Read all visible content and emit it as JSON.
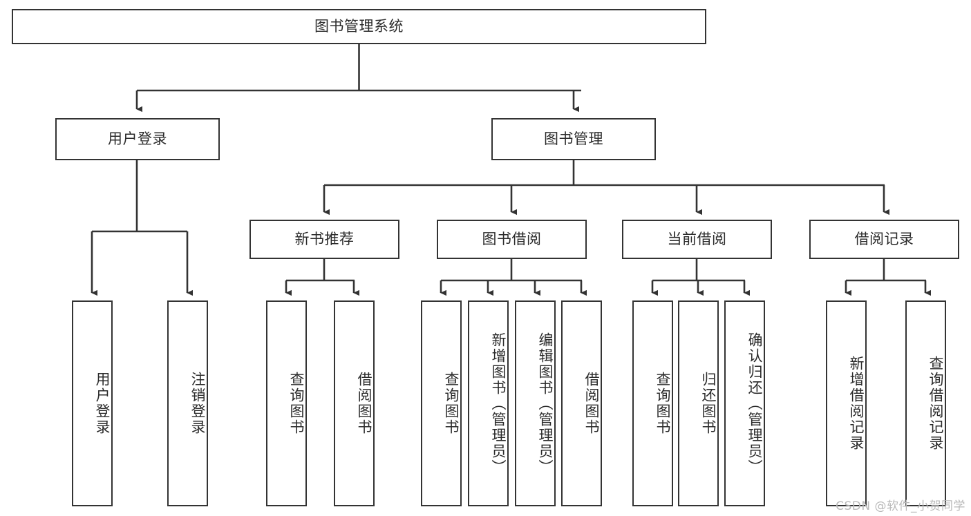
{
  "diagram": {
    "title": "图书管理系统",
    "type": "tree-hierarchy",
    "orientation": "top-down",
    "colors": {
      "box_border": "#333333",
      "box_fill": "#ffffff",
      "text": "#2b2b2b",
      "edge": "#333333",
      "watermark": "#b9b9b9",
      "background": "#ffffff"
    },
    "watermark": "CSDN @软件_小贺同学",
    "nodes": {
      "root": {
        "label": "图书管理系统"
      },
      "level2": [
        {
          "id": "user-login",
          "label": "用户登录"
        },
        {
          "id": "book-manage",
          "label": "图书管理"
        }
      ],
      "level3": [
        {
          "id": "new-book-recommend",
          "label": "新书推荐"
        },
        {
          "id": "book-borrow",
          "label": "图书借阅"
        },
        {
          "id": "current-borrow",
          "label": "当前借阅"
        },
        {
          "id": "borrow-record",
          "label": "借阅记录"
        }
      ],
      "leaves": [
        {
          "id": "leaf-user-login",
          "label": "用户登录",
          "parent": "user-login"
        },
        {
          "id": "leaf-logout-login",
          "label": "注销登录",
          "parent": "user-login"
        },
        {
          "id": "leaf-query-book-1",
          "label": "查询图书",
          "parent": "new-book-recommend"
        },
        {
          "id": "leaf-borrow-book-1",
          "label": "借阅图书",
          "parent": "new-book-recommend"
        },
        {
          "id": "leaf-query-book-2",
          "label": "查询图书",
          "parent": "book-borrow"
        },
        {
          "id": "leaf-add-book",
          "label": "新增图书（管理员）",
          "parent": "book-borrow"
        },
        {
          "id": "leaf-edit-book",
          "label": "编辑图书（管理员）",
          "parent": "book-borrow"
        },
        {
          "id": "leaf-borrow-book-2",
          "label": "借阅图书",
          "parent": "book-borrow"
        },
        {
          "id": "leaf-query-book-3",
          "label": "查询图书",
          "parent": "current-borrow"
        },
        {
          "id": "leaf-return-book",
          "label": "归还图书",
          "parent": "current-borrow"
        },
        {
          "id": "leaf-confirm-return",
          "label": "确认归还（管理员）",
          "parent": "current-borrow"
        },
        {
          "id": "leaf-add-record",
          "label": "新增借阅记录",
          "parent": "borrow-record"
        },
        {
          "id": "leaf-query-record",
          "label": "查询借阅记录",
          "parent": "borrow-record"
        }
      ]
    }
  }
}
